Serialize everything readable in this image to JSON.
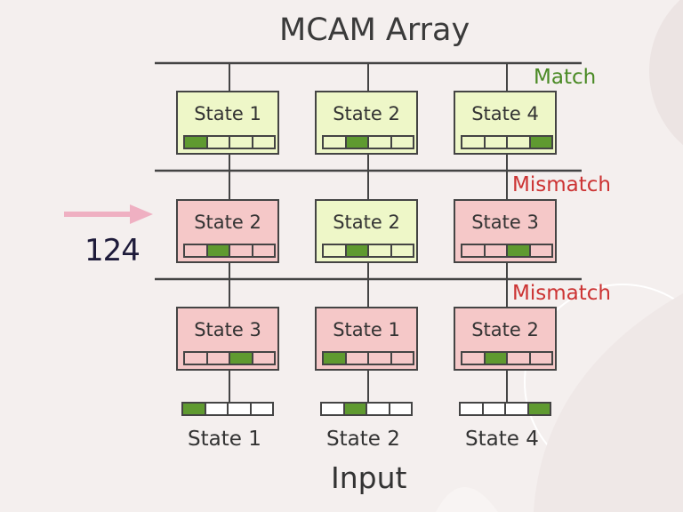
{
  "title": "MCAM Array",
  "page_number": "124",
  "colors": {
    "match_cell": "#eef7c8",
    "mismatch_cell": "#f5c8c8",
    "active_bit": "#5f9a30",
    "match_text": "#4a8a25",
    "mismatch_text": "#cc3333",
    "arrow": "#efb0c2"
  },
  "rows": [
    {
      "label": "Match",
      "status": "match",
      "cells": [
        {
          "label": "State 1",
          "bit": 0
        },
        {
          "label": "State 2",
          "bit": 1
        },
        {
          "label": "State 4",
          "bit": 3
        }
      ]
    },
    {
      "label": "Mismatch",
      "status": "mismatch",
      "cells": [
        {
          "label": "State 2",
          "bit": 1,
          "status": "mismatch"
        },
        {
          "label": "State 2",
          "bit": 1,
          "status": "match"
        },
        {
          "label": "State 3",
          "bit": 2,
          "status": "mismatch"
        }
      ]
    },
    {
      "label": "Mismatch",
      "status": "mismatch",
      "cells": [
        {
          "label": "State 3",
          "bit": 2
        },
        {
          "label": "State 1",
          "bit": 0
        },
        {
          "label": "State 2",
          "bit": 1
        }
      ]
    }
  ],
  "inputs": [
    {
      "label": "State 1",
      "bit": 0
    },
    {
      "label": "State 2",
      "bit": 1
    },
    {
      "label": "State 4",
      "bit": 3
    }
  ],
  "input_title": "Input"
}
